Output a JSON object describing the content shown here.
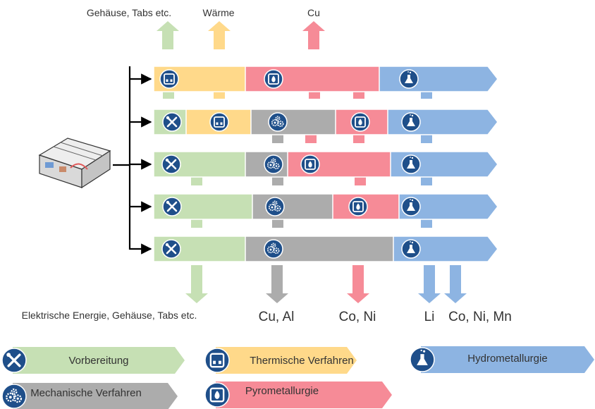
{
  "colors": {
    "vorbereitung": "#c6e0b4",
    "thermisch": "#ffd98a",
    "mechanisch": "#acacac",
    "pyro": "#f68b97",
    "hydro": "#8db4e2",
    "icon_bg": "#1f4f8a",
    "connector": "#000000"
  },
  "top_outputs": {
    "gehaeuse": "Gehäuse, Tabs etc.",
    "waerme": "Wärme",
    "cu": "Cu"
  },
  "bottom_outputs": {
    "elektrische": "Elektrische Energie, Gehäuse, Tabs etc.",
    "cu_al": "Cu, Al",
    "co_ni": "Co, Ni",
    "li": "Li",
    "co_ni_mn": "Co, Ni, Mn"
  },
  "routes": [
    [
      "thermisch",
      "pyro",
      "hydro"
    ],
    [
      "vorbereitung",
      "thermisch",
      "mechanisch",
      "pyro",
      "hydro"
    ],
    [
      "vorbereitung",
      "mechanisch",
      "pyro",
      "hydro"
    ],
    [
      "vorbereitung",
      "mechanisch",
      "pyro",
      "hydro"
    ],
    [
      "vorbereitung",
      "mechanisch",
      "hydro"
    ]
  ],
  "legend": {
    "vorbereitung": "Vorbereitung",
    "thermisch": "Thermische Verfahren",
    "hydro": "Hydrometallurgie",
    "mechanisch": "Mechanische Verfahren",
    "pyro": "Pyrometallurgie"
  },
  "icons": {
    "vorbereitung": "tools-icon",
    "thermisch": "oven-icon",
    "mechanisch": "gears-icon",
    "pyro": "flame-icon",
    "hydro": "flask-icon",
    "source": "battery-pack-icon"
  }
}
